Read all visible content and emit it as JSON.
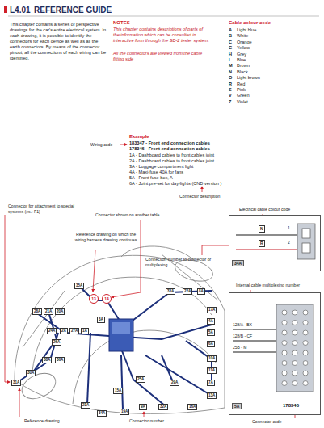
{
  "diagram": {
    "title": "REFERENCE GUIDE",
    "nodes": [
      {
        "text": [
          "N",
          "1",
          "R",
          "2",
          "34A"
        ]
      },
      {
        "text": [
          "128/A - BX",
          "128/B - CF",
          "25B - M",
          "5A",
          "178346"
        ]
      }
    ],
    "labels": [
      "L4.01",
      "This chapter contains a series of perspective drawings for the car's entire electrical system. In each drawing, it is possible to identify the connectors for each device as well as all the earth connectors. By means of the connector pinout, all the connections of each wiring can be identified.",
      "NOTES",
      "This chapter contains descriptions of parts of the information which can be consulted in interactive form through the SD-2 tester system.",
      "All the connectors are viewed from the cable fitting side",
      "Cable colour code",
      "A",
      "Light blue",
      "B",
      "White",
      "C",
      "Orange",
      "G",
      "Yellow",
      "H",
      "Grey",
      "L",
      "Blue",
      "M",
      "Brown",
      "N",
      "Black",
      "O",
      "Light brown",
      "R",
      "Red",
      "S",
      "Pink",
      "V",
      "Green",
      "Z",
      "Violet",
      "Example",
      "183347 - Front end connection cables",
      "178346 - Front end connection cables",
      "1A - Dashboard cables to front cables joint",
      "2A - Dashboard cables to front cables joint",
      "3A - Luggage compartment light",
      "4A - Maxi-fuse 40A for fans",
      "5A - Front fuse box, A",
      "6A - Joint pre-set for day-lights (CND version )",
      "Wiring code",
      "Connector description",
      "Connector for attachment to special systems (es.: F1)",
      "Connector shown on another table",
      "Reference drawing on which the wiring harness drawing continues",
      "Connection number to connector or multiplexing",
      "Electrical cable colour code",
      "Internal cable multiplexing number",
      "Reference drawing",
      "Connector number",
      "Connector code",
      "35A",
      "13",
      "14",
      "33A",
      "22A",
      "8A",
      "28A",
      "21A",
      "20A",
      "3A",
      "24A",
      "2A",
      "27A",
      "1A",
      "26A",
      "17A",
      "4A",
      "5A",
      "6A",
      "10A",
      "11A",
      "7A",
      "13A",
      "16A",
      "38A",
      "36A",
      "31A",
      "30A",
      "23A",
      "34A",
      "19A",
      "9A",
      "32A",
      "25A",
      "15A",
      "29A"
    ]
  }
}
